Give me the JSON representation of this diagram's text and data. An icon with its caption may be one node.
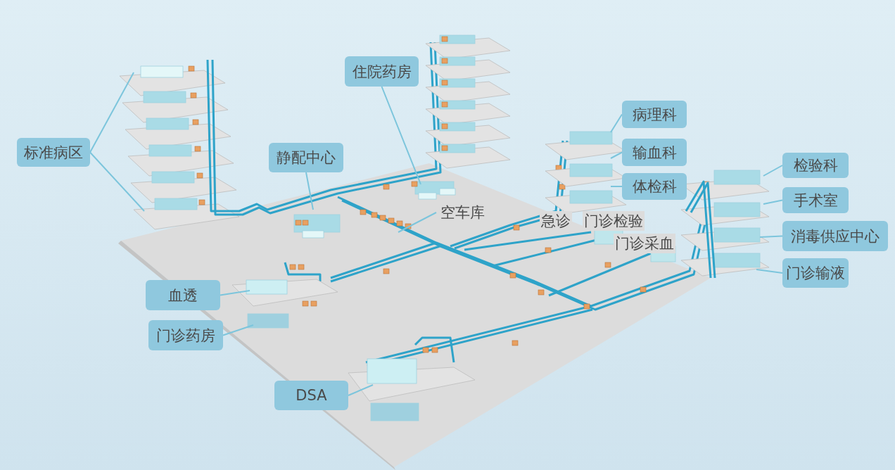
{
  "diagram": {
    "nodes": [
      {
        "text": [
          "标准病区"
        ]
      },
      {
        "text": [
          "静配中心"
        ]
      },
      {
        "text": [
          "住院药房"
        ]
      },
      {
        "text": [
          "病理科"
        ]
      },
      {
        "text": [
          "输血科"
        ]
      },
      {
        "text": [
          "体检科"
        ]
      },
      {
        "text": [
          "检验科"
        ]
      },
      {
        "text": [
          "手术室"
        ]
      },
      {
        "text": [
          "消毒供应中心"
        ]
      },
      {
        "text": [
          "门诊输液"
        ]
      },
      {
        "text": [
          "血透"
        ]
      },
      {
        "text": [
          "门诊药房"
        ]
      },
      {
        "text": [
          "DSA"
        ]
      },
      {
        "text": [
          "空车库"
        ]
      }
    ],
    "edges": [
      {
        "from": 0,
        "to": null,
        "arrow": "none"
      },
      {
        "from": 0,
        "to": null,
        "arrow": "none"
      },
      {
        "from": 1,
        "to": null,
        "arrow": "none"
      },
      {
        "from": 2,
        "to": null,
        "arrow": "none"
      },
      {
        "from": 13,
        "to": null,
        "arrow": "none"
      },
      {
        "from": 3,
        "to": null,
        "arrow": "none"
      },
      {
        "from": 4,
        "to": null,
        "arrow": "none"
      },
      {
        "from": 5,
        "to": null,
        "arrow": "none"
      },
      {
        "from": 6,
        "to": null,
        "arrow": "none"
      },
      {
        "from": 7,
        "to": null,
        "arrow": "none"
      },
      {
        "from": 8,
        "to": null,
        "arrow": "none"
      },
      {
        "from": 9,
        "to": null,
        "arrow": "none"
      },
      {
        "from": 10,
        "to": null,
        "arrow": "none"
      },
      {
        "from": 11,
        "to": null,
        "arrow": "none"
      },
      {
        "from": 12,
        "to": null,
        "arrow": "none"
      }
    ],
    "labels": [
      "急诊",
      "门诊检验",
      "门诊采血"
    ]
  }
}
